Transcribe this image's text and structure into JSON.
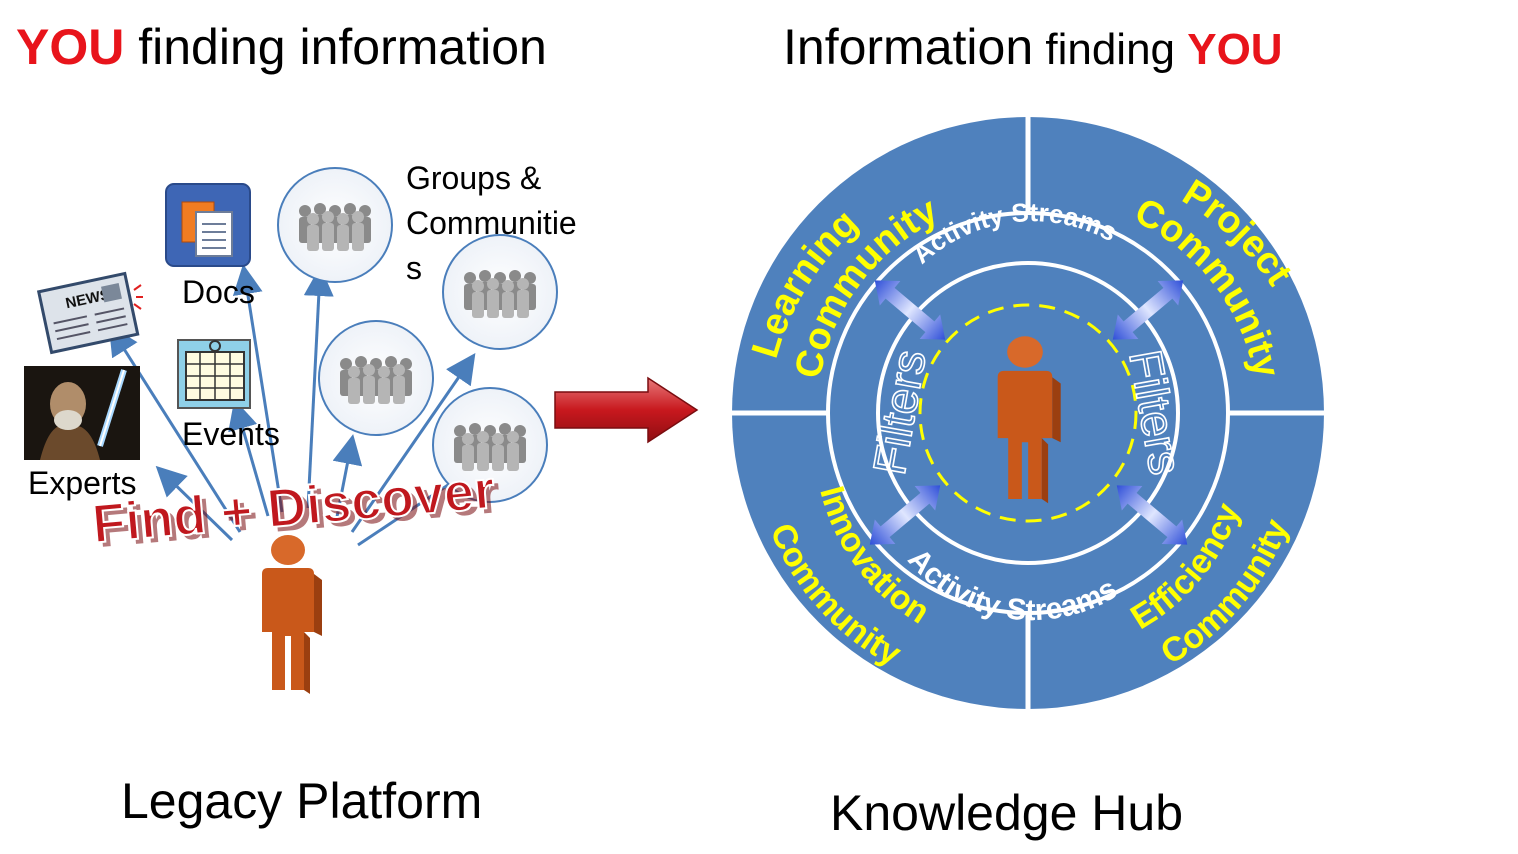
{
  "left_header": {
    "emph": "YOU",
    "rest": " finding information"
  },
  "right_header": {
    "main": "Information",
    "small": " finding ",
    "emph": "YOU"
  },
  "left": {
    "labels": {
      "docs": "Docs",
      "events": "Events",
      "experts": "Experts",
      "groups_line1": "Groups &",
      "groups_line2": "Communitie",
      "groups_line3": "s",
      "news": "NEWS"
    },
    "banner": "Find + Discover",
    "footer": "Legacy Platform"
  },
  "right": {
    "quadrants": {
      "learning": "Learning",
      "learning_community": "Community",
      "project": "Project",
      "project_community": "Community",
      "innovation": "Innovation",
      "innovation_community": "Community",
      "efficiency": "Efficiency",
      "efficiency_community": "Community"
    },
    "activity_top": "Activity Streams",
    "activity_bottom": "Activity Streams",
    "filters_left": "Filters",
    "filters_right": "Filters",
    "footer": "Knowledge Hub"
  },
  "colors": {
    "accent_red": "#e8141b",
    "hub_blue": "#4f81bd",
    "quadrant_text": "#ffff00",
    "person_orange": "#c9581a",
    "arrow_blue": "#4a7ebb"
  }
}
